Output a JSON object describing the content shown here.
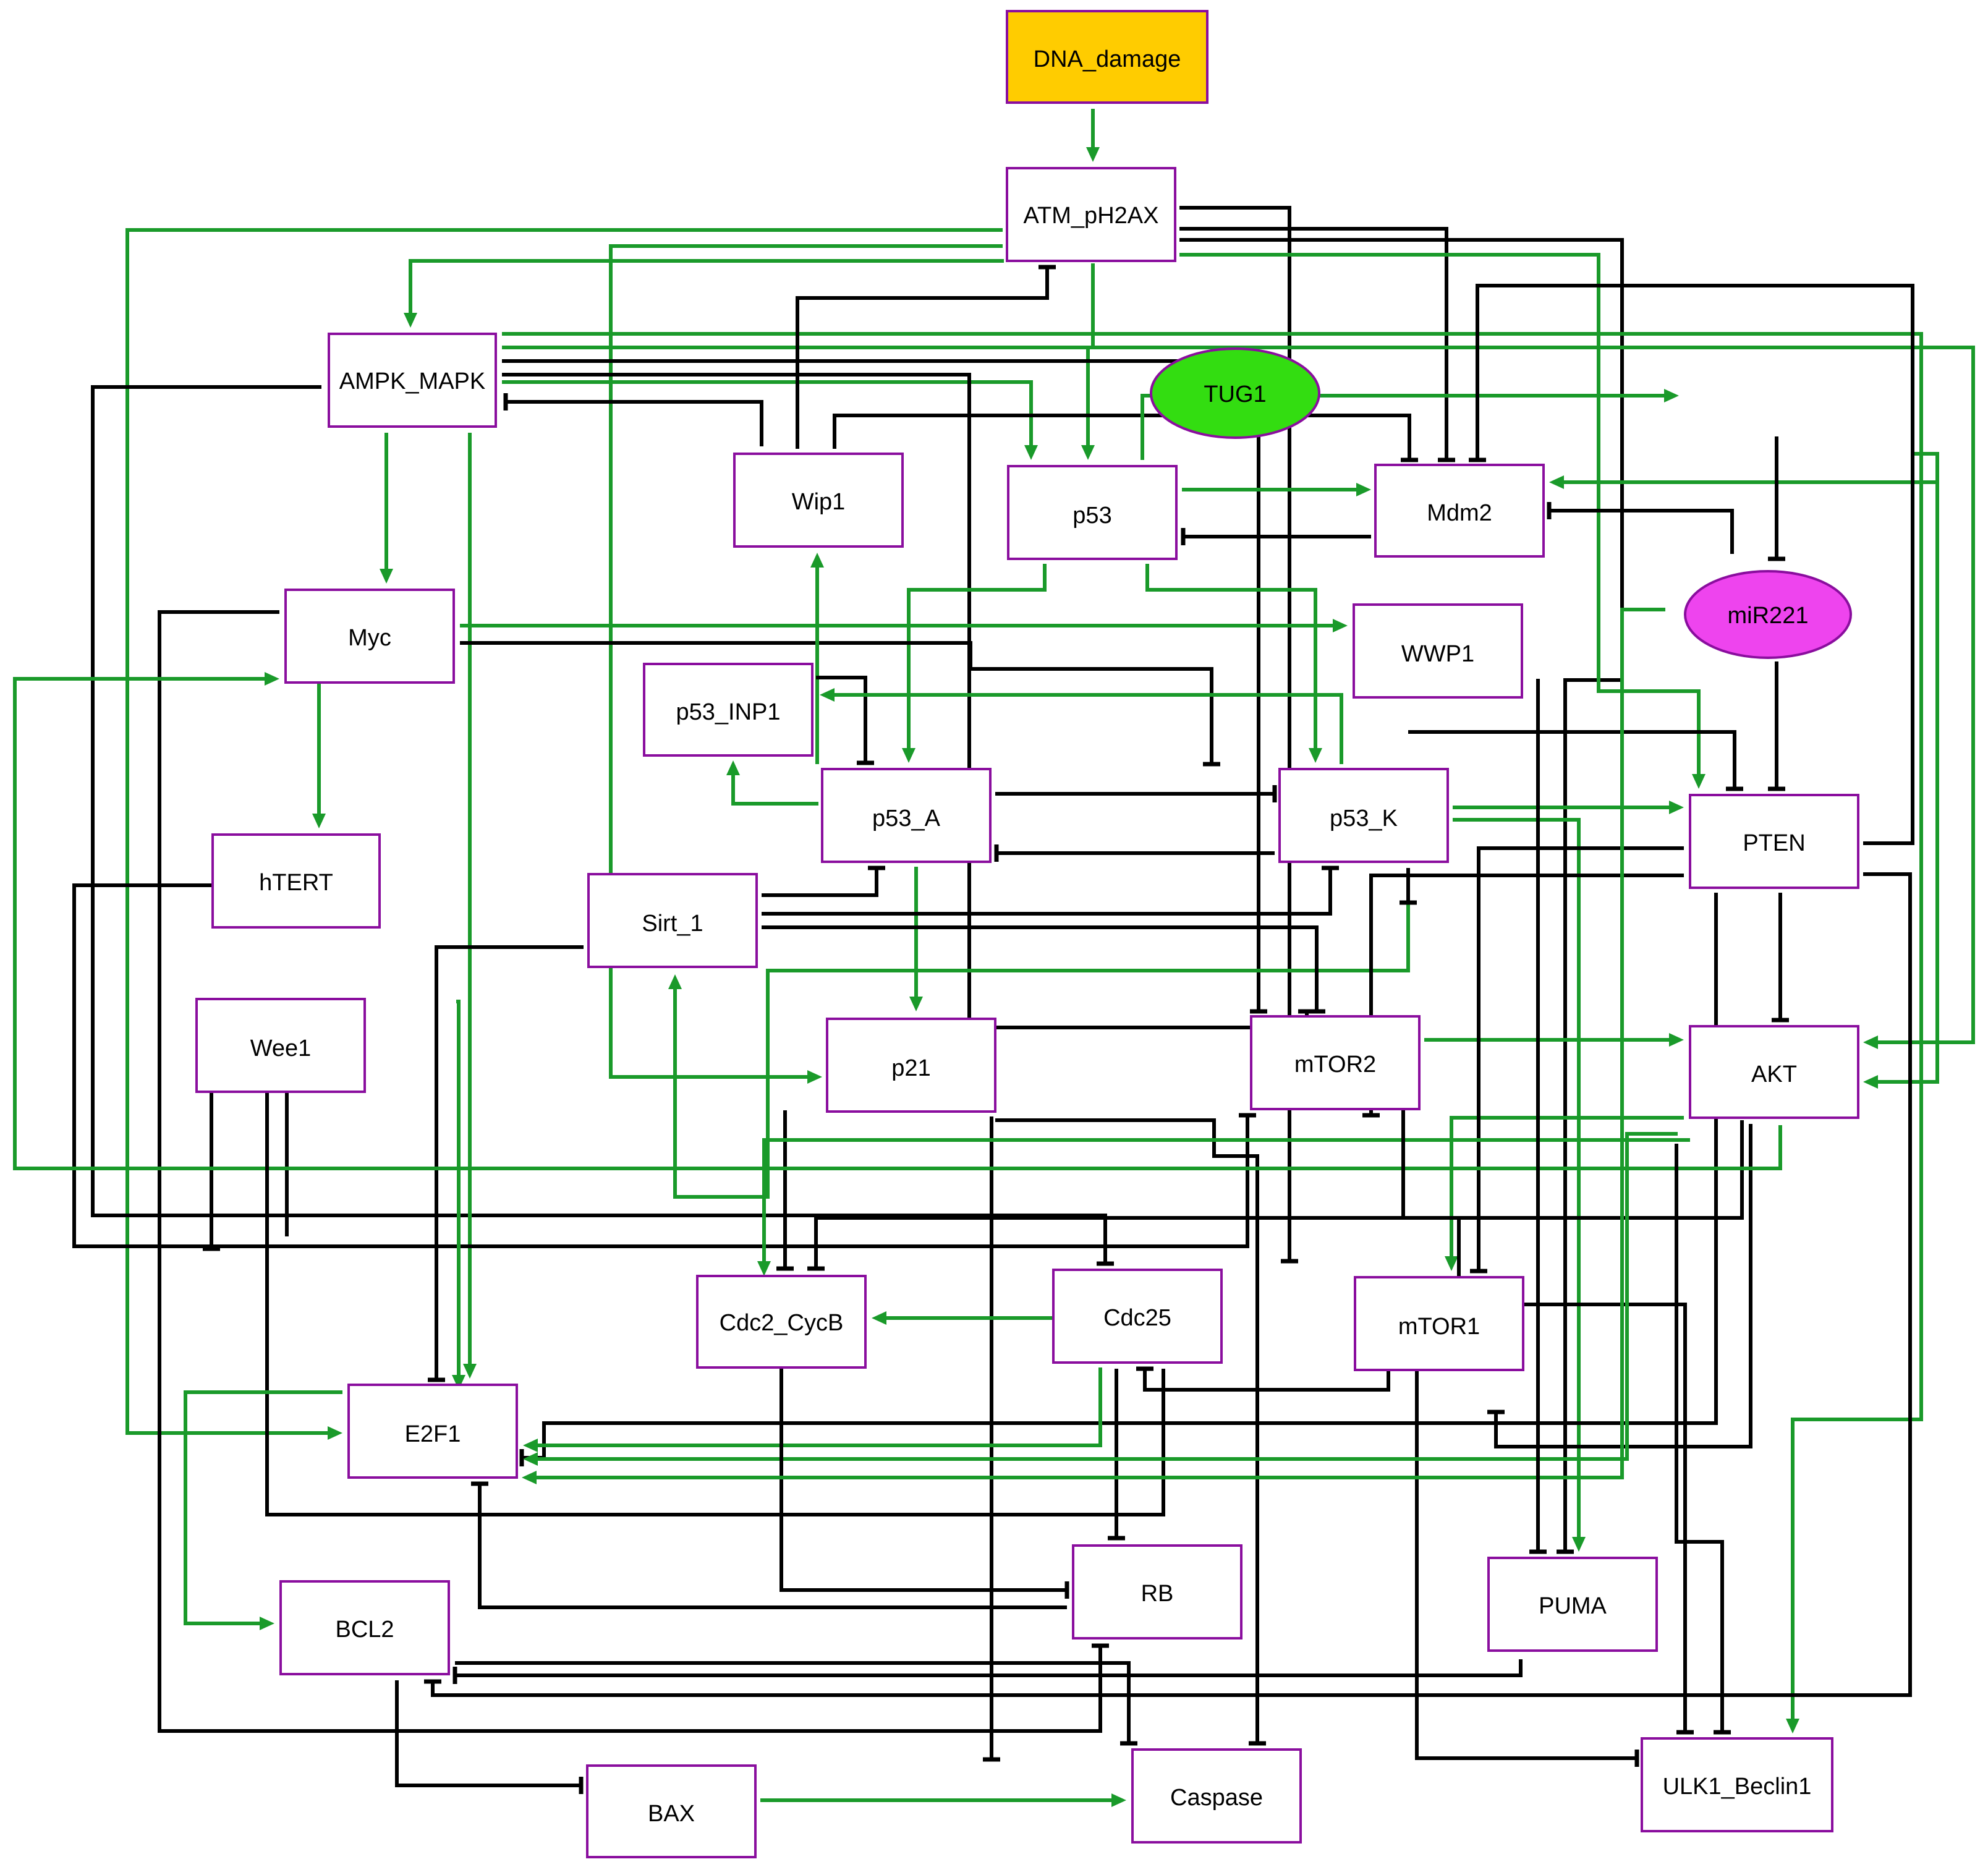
{
  "colors": {
    "activation": "#1a9a2a",
    "inhibition": "#000000",
    "node_border": "#8a0e9e",
    "dna_damage_fill": "#ffcc00",
    "tug1_fill": "#33dd11",
    "mir221_fill": "#ee44ee"
  },
  "nodes": {
    "dna_damage": "DNA_damage",
    "atm": "ATM_pH2AX",
    "ampk": "AMPK_MAPK",
    "tug1": "TUG1",
    "wip1": "Wip1",
    "p53": "p53",
    "mdm2": "Mdm2",
    "mir221": "miR221",
    "myc": "Myc",
    "wwp1": "WWP1",
    "p53inp1": "p53_INP1",
    "p53a": "p53_A",
    "p53k": "p53_K",
    "pten": "PTEN",
    "htert": "hTERT",
    "sirt1": "Sirt_1",
    "wee1": "Wee1",
    "p21": "p21",
    "mtor2": "mTOR2",
    "akt": "AKT",
    "cdc2": "Cdc2_CycB",
    "cdc25": "Cdc25",
    "mtor1": "mTOR1",
    "e2f1": "E2F1",
    "rb": "RB",
    "puma": "PUMA",
    "bcl2": "BCL2",
    "bax": "BAX",
    "caspase": "Caspase",
    "ulk1": "ULK1_Beclin1"
  }
}
